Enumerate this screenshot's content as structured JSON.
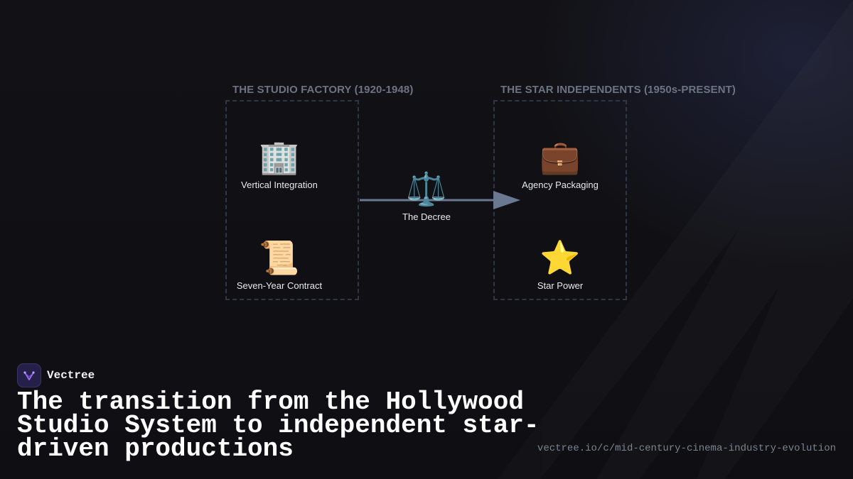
{
  "diagram": {
    "left_group": {
      "title": "THE STUDIO FACTORY (1920-1948)",
      "nodes": [
        {
          "icon": "office-building-icon",
          "emoji": "🏢",
          "label": "Vertical Integration"
        },
        {
          "icon": "scroll-icon",
          "emoji": "📜",
          "label": "Seven-Year Contract"
        }
      ]
    },
    "center_node": {
      "icon": "balance-scale-icon",
      "emoji": "⚖️",
      "label": "The Decree"
    },
    "right_group": {
      "title": "THE STAR INDEPENDENTS (1950s-PRESENT)",
      "nodes": [
        {
          "icon": "briefcase-icon",
          "emoji": "💼",
          "label": "Agency Packaging"
        },
        {
          "icon": "star-icon",
          "emoji": "⭐",
          "label": "Star Power"
        }
      ]
    },
    "colors": {
      "background": "#111115",
      "box_border": "#2f3644",
      "arrow": "#6b7891",
      "group_title": "#6b7384",
      "label": "#e8e9ee"
    }
  },
  "footer": {
    "brand_name": "Vectree",
    "headline": "The transition from the Hollywood Studio System to independent star-driven productions",
    "url": "vectree.io/c/mid-century-cinema-industry-evolution"
  }
}
